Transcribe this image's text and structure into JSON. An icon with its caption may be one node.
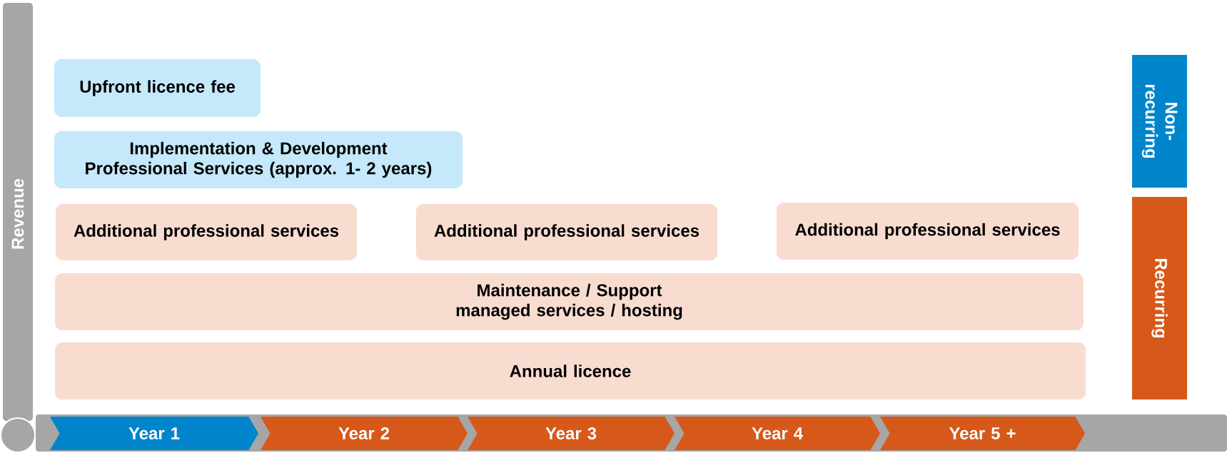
{
  "diagram": {
    "nodes": [
      {
        "text": [
          "Upfront licence fee"
        ]
      },
      {
        "text": [
          "Implementation & Development Professional Services (approx. 1- 2 years)"
        ]
      },
      {
        "text": [
          "Additional professional services"
        ]
      },
      {
        "text": [
          "Additional professional services"
        ]
      },
      {
        "text": [
          "Additional professional services"
        ]
      },
      {
        "text": [
          "Maintenance / Support managed services / hosting"
        ]
      },
      {
        "text": [
          "Annual licence"
        ]
      },
      {
        "text": [
          "Non- recurring"
        ]
      },
      {
        "text": [
          "Recurring"
        ]
      },
      {
        "text": [
          "Year 1"
        ]
      },
      {
        "text": [
          "Year 2"
        ]
      },
      {
        "text": [
          "Year 3"
        ]
      },
      {
        "text": [
          "Year 4"
        ]
      },
      {
        "text": [
          "Year 5 +"
        ]
      }
    ],
    "labels": [
      "Revenue"
    ]
  }
}
